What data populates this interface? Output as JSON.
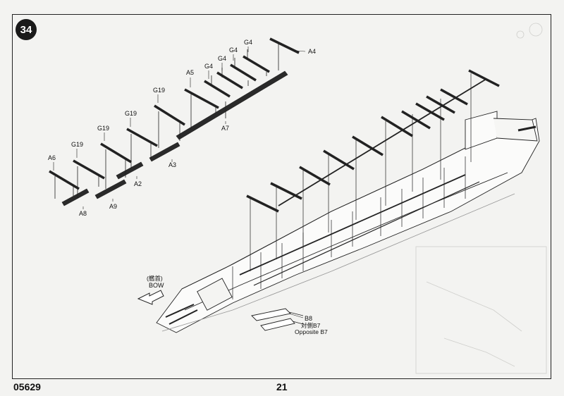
{
  "page": {
    "step_number": "34",
    "product_code": "05629",
    "page_number": "21"
  },
  "parts": {
    "g4_a": "G4",
    "g4_b": "G4",
    "g4_c": "G4",
    "g4_d": "G4",
    "a4": "A4",
    "a5": "A5",
    "a7": "A7",
    "g19_a": "G19",
    "g19_b": "G19",
    "g19_c": "G19",
    "g19_d": "G19",
    "a3": "A3",
    "a2": "A2",
    "a9": "A9",
    "a8": "A8",
    "a6": "A6",
    "b8": "B8",
    "opposite_b7_cn": "対側B7",
    "opposite_b7": "Opposite B7"
  },
  "bow": {
    "label_cn": "(艦首)",
    "label": "BOW"
  }
}
